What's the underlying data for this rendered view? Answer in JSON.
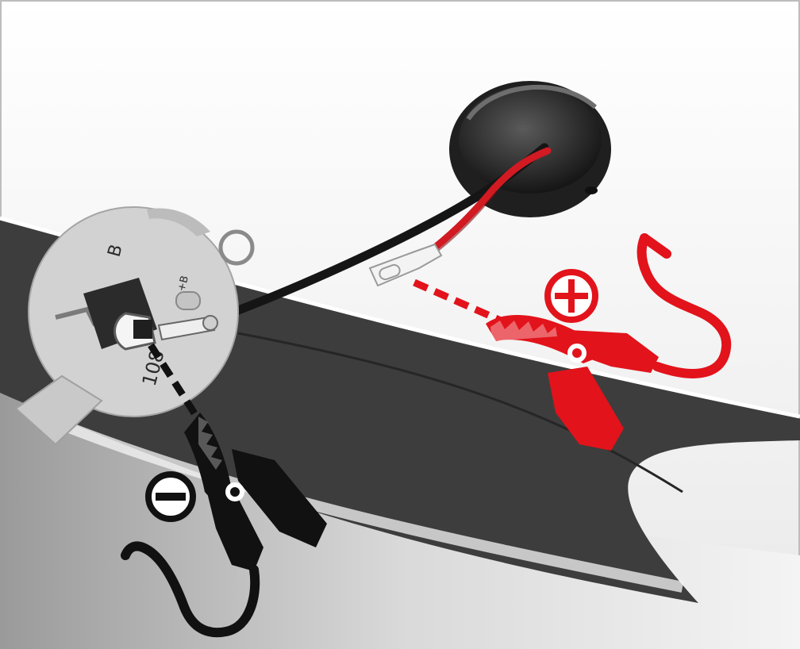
{
  "diagram": {
    "panel_labels": {
      "top": "B",
      "side": "108",
      "tiny": "+B"
    },
    "symbols": {
      "positive": "plus-symbol",
      "negative": "minus-symbol"
    },
    "colors": {
      "positive": "#e2131b",
      "negative": "#0f0f0f",
      "body_panel": "#f2f2f2",
      "trim": "#3b3b3b",
      "terminal_plate": "#d2d2d2"
    }
  }
}
